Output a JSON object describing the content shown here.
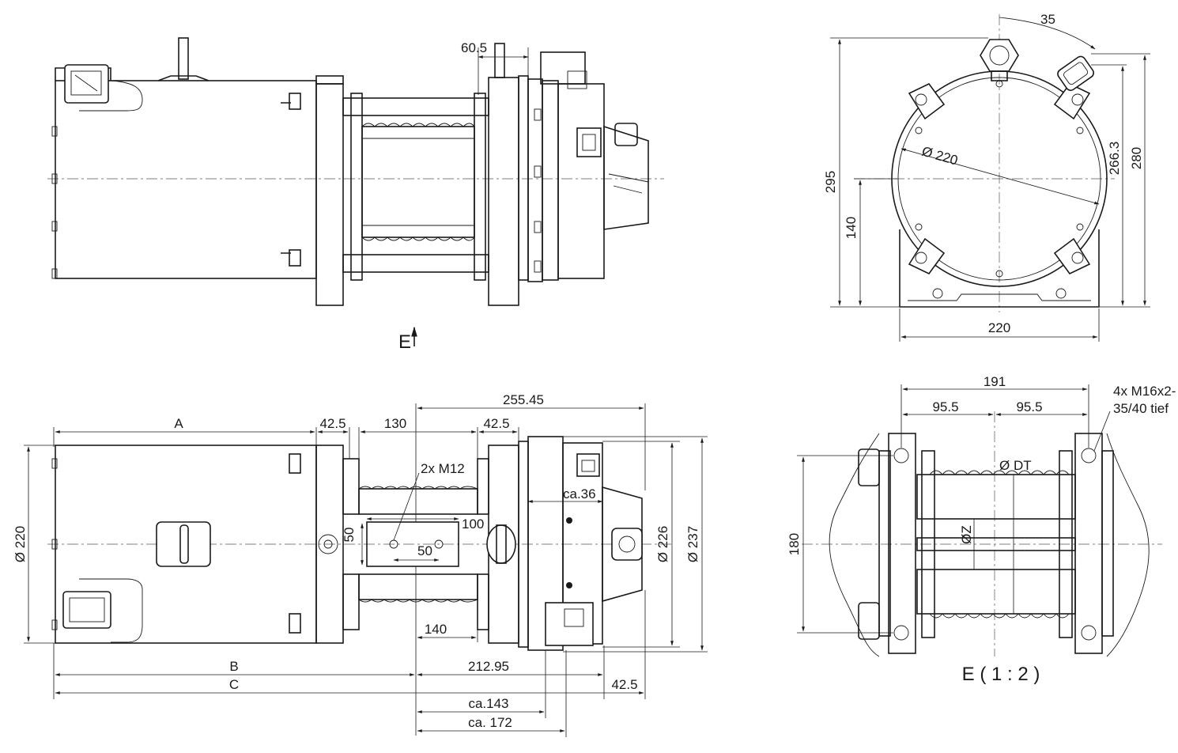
{
  "views": {
    "side": {
      "label": "E"
    },
    "front": {
      "dims": {
        "top_angle": "35",
        "d_housing": "Ø 220",
        "h_295": "295",
        "h_140": "140",
        "h_266": "266.3",
        "h_280": "280",
        "w_220": "220"
      }
    },
    "plan": {
      "dims": {
        "A": "A",
        "d42a": "42.5",
        "d130": "130",
        "d42b": "42.5",
        "d255": "255.45",
        "m12": "2x M12",
        "ca36": "ca.36",
        "d100": "100",
        "d50v": "50",
        "d50h": "50",
        "d220": "Ø 220",
        "d226": "Ø 226",
        "d237": "Ø 237",
        "d140": "140",
        "B": "B",
        "C": "C",
        "d212": "212.95",
        "d42c": "42.5",
        "ca143": "ca.143",
        "ca172": "ca. 172"
      }
    },
    "detail": {
      "label": "E ( 1 : 2 )",
      "dims": {
        "d191": "191",
        "d95a": "95.5",
        "d95b": "95.5",
        "thread1": "4x M16x2-",
        "thread2": "35/40 tief",
        "dt": "Ø DT",
        "dz": "ØZ",
        "d180": "180"
      }
    }
  }
}
